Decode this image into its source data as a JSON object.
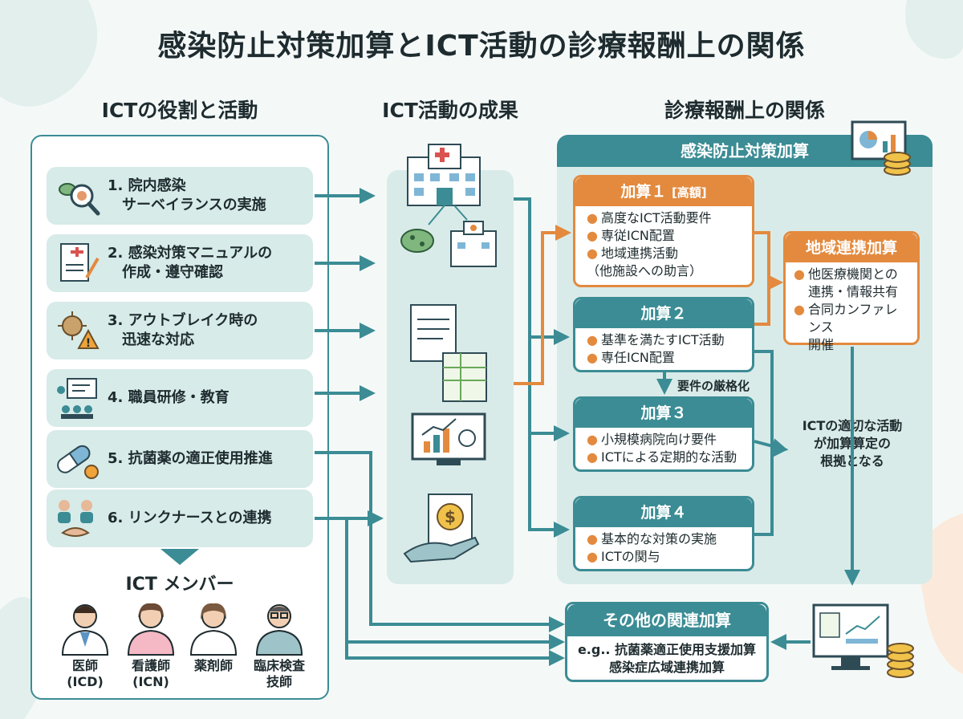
{
  "title": "感染防止対策加算とICT活動の診療報酬上の関係",
  "columns": {
    "left": "ICTの役割と活動",
    "middle": "ICT活動の成果",
    "right": "診療報酬上の関係"
  },
  "roles": [
    {
      "label": "1. 院内感染\n　サーベイランスの実施",
      "icon": "bacteria-magnifier-icon"
    },
    {
      "label": "2. 感染対策マニュアルの\n　作成・遵守確認",
      "icon": "manual-document-icon"
    },
    {
      "label": "3. アウトブレイク時の\n　迅速な対応",
      "icon": "virus-warning-icon"
    },
    {
      "label": "4. 職員研修・教育",
      "icon": "training-presentation-icon"
    },
    {
      "label": "5. 抗菌薬の適正使用推進",
      "icon": "capsule-pill-icon"
    },
    {
      "label": "6. リンクナースとの連携",
      "icon": "handshake-icon"
    }
  ],
  "members": {
    "title": "ICT メンバー",
    "items": [
      {
        "label": "医師\n(ICD)",
        "icon": "doctor-icon"
      },
      {
        "label": "看護師\n(ICN)",
        "icon": "nurse-icon"
      },
      {
        "label": "薬剤師",
        "icon": "pharmacist-icon"
      },
      {
        "label": "臨床検査\n技師",
        "icon": "lab-technician-icon"
      }
    ]
  },
  "right": {
    "header": "感染防止対策加算",
    "kasan1": {
      "title": "加算１",
      "tag": "[高額]",
      "items": [
        "高度なICT活動要件",
        "専従ICN配置",
        "地域連携活動\n（他施設への助言）"
      ]
    },
    "kasan2": {
      "title": "加算２",
      "items": [
        "基準を満たすICT活動",
        "専任ICN配置"
      ]
    },
    "requirement_note": "要件の厳格化",
    "kasan3": {
      "title": "加算３",
      "items": [
        "小規模病院向け要件",
        "ICTによる定期的な活動"
      ]
    },
    "kasan4": {
      "title": "加算４",
      "items": [
        "基本的な対策の実施",
        "ICTの関与"
      ]
    },
    "regional": {
      "title": "地域連携加算",
      "items": [
        "他医療機関との\n連携・情報共有",
        "合同カンファレンス\n開催"
      ]
    },
    "basis_note": "ICTの適切な活動\nが加算算定の\n根拠となる"
  },
  "other": {
    "title": "その他の関連加算",
    "body": "e.g.. 抗菌薬適正使用支援加算\n感染症広域連携加算"
  },
  "colors": {
    "teal": "#3b8c94",
    "orange": "#e38a3e",
    "panel": "#d9ebe9"
  }
}
